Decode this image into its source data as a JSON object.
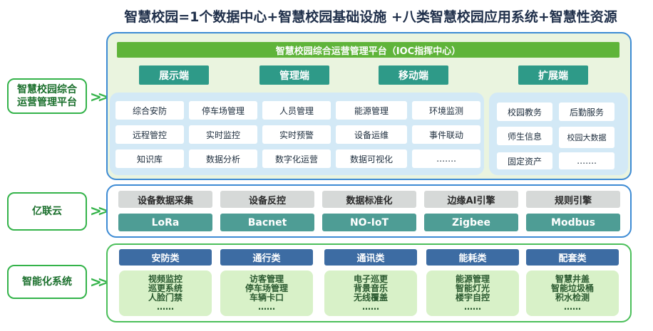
{
  "title": "智慧校园=1个数据中心+智慧校园基础设施 +八类智慧校园应用系统+智慧性资源",
  "left_labels": {
    "platform": [
      "智慧校园综合",
      "运营管理平台"
    ],
    "cloud": "亿联云",
    "intelligent": "智能化系统"
  },
  "platform": {
    "ioc_bar": "智慧校园综合运营管理平台（IOC指挥中心）",
    "terminals": [
      "展示端",
      "管理端",
      "移动端",
      "扩展端"
    ],
    "modules": [
      [
        "综合安防",
        "停车场管理",
        "人员管理",
        "能源管理",
        "环境监测"
      ],
      [
        "远程管控",
        "实时监控",
        "实时预警",
        "设备运维",
        "事件联动"
      ],
      [
        "知识库",
        "数据分析",
        "数字化运营",
        "数据可视化",
        "……."
      ]
    ],
    "extensions": [
      [
        "校园教务",
        "后勤服务"
      ],
      [
        "师生信息",
        "校园大数据"
      ],
      [
        "固定资产",
        "……."
      ]
    ]
  },
  "cloud": {
    "functions": [
      "设备数据采集",
      "设备反控",
      "数据标准化",
      "边缘AI引擎",
      "规则引擎"
    ],
    "protocols": [
      "LoRa",
      "Bacnet",
      "NO-IoT",
      "Zigbee",
      "Modbus"
    ]
  },
  "intelligent": {
    "categories": [
      {
        "name": "安防类",
        "items": [
          "视频监控",
          "巡更系统",
          "人脸门禁",
          "……"
        ]
      },
      {
        "name": "通行类",
        "items": [
          "访客管理",
          "停车场管理",
          "车辆卡口",
          "……"
        ]
      },
      {
        "name": "通讯类",
        "items": [
          "电子巡更",
          "背景音乐",
          "无线覆盖",
          "……"
        ]
      },
      {
        "name": "能耗类",
        "items": [
          "能源管理",
          "智能灯光",
          "楼宇自控",
          "……"
        ]
      },
      {
        "name": "配套类",
        "items": [
          "智慧井盖",
          "智能垃圾桶",
          "积水检测",
          "……"
        ]
      }
    ]
  }
}
